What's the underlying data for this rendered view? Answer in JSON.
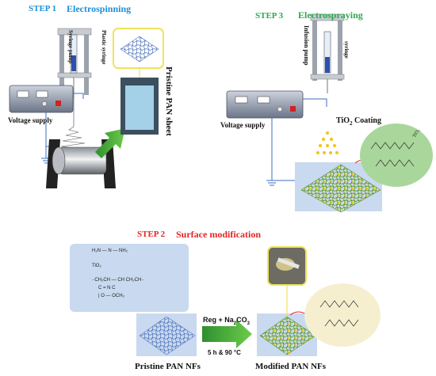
{
  "step1": {
    "step": "STEP 1",
    "title": "Electrospinning",
    "pump_label": "Syringe pump",
    "syringe_label": "Plastic syringe",
    "sheet_label": "Pristine PAN sheet",
    "voltage_label": "Voltage supply"
  },
  "step3": {
    "step": "STEP 3",
    "title": "Electrospraying",
    "pump_label": "Infusion pump",
    "syringe_label": "syringe",
    "voltage_label": "Voltage supply",
    "coating_prefix": "TiO",
    "coating_sub": "2",
    "coating_suffix": " Coating",
    "bubble_terminal": "TiO₂"
  },
  "step2": {
    "step": "STEP 2",
    "title": "Surface modification",
    "reagent_line1_prefix": "Reg + Na",
    "reagent_line1_sub": "2",
    "reagent_line1_mid": "CO",
    "reagent_line1_sub2": "3",
    "reagent_line2": "5 h & 90 °C",
    "pristine_label": "Pristine PAN NFs",
    "modified_label": "Modified PAN NFs",
    "legend": {
      "amine": "H₂N — N — NH₂",
      "tio2": "TiO₂",
      "chain_top": "∙∙CH₂CH — CH       CH₂CH∙∙",
      "chain_mid": "C = N          C",
      "chain_bot": "|                   O — OCH₃"
    }
  },
  "colors": {
    "blue": "#1f8fd8",
    "green": "#2fa84f",
    "red": "#e32626",
    "fiber_blue": "#5b7fc4",
    "fiber_green": "#6aa230",
    "tio2_yellow": "#f2c418"
  }
}
